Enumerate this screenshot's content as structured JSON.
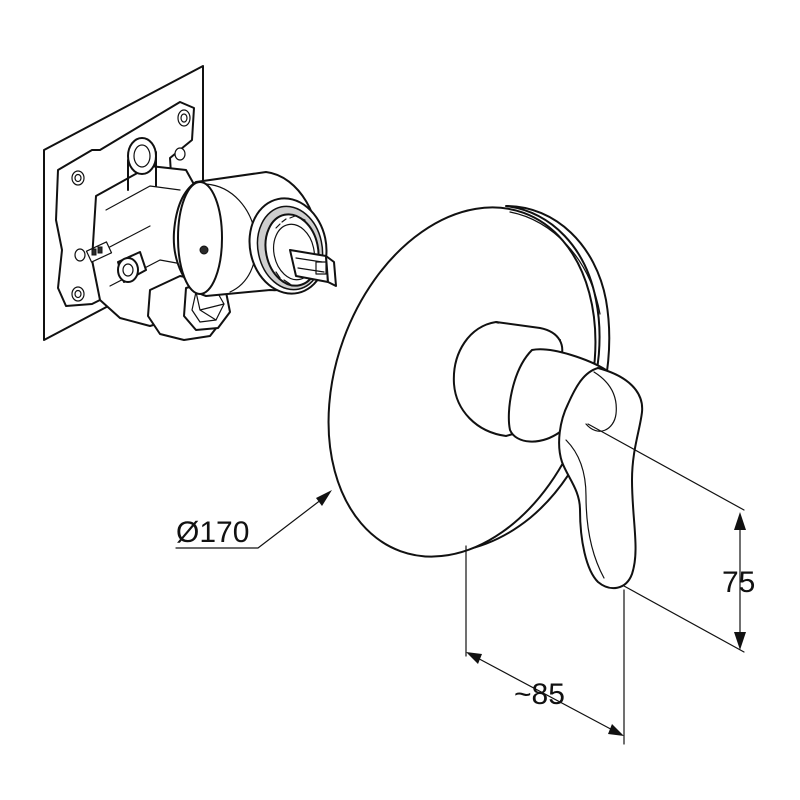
{
  "dimensions": {
    "diameter_label": "Ø170",
    "height_label": "75",
    "depth_label": "~85"
  },
  "colors": {
    "line": "#111111",
    "background": "#ffffff",
    "shade": "#cfcfcf"
  }
}
